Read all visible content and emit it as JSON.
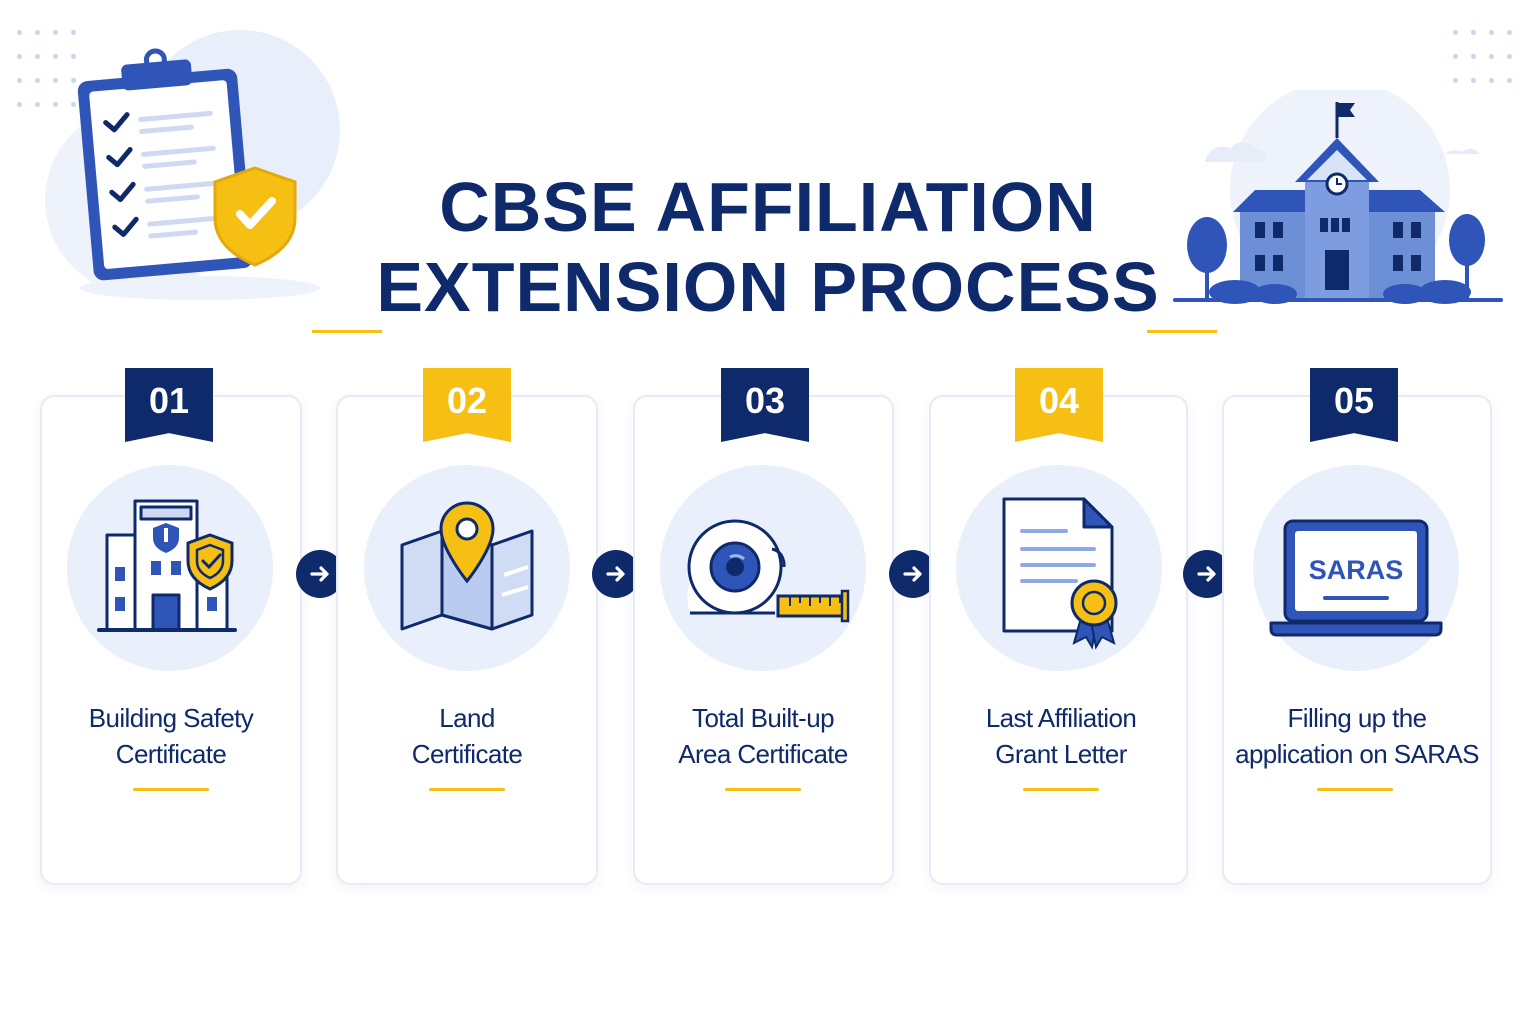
{
  "title": {
    "line1": "CBSE AFFILIATION",
    "line2": "EXTENSION PROCESS"
  },
  "colors": {
    "navy": "#0f2a6b",
    "gold": "#f5bf14",
    "blue": "#2f55b8",
    "light_blue": "#eaf0fb"
  },
  "steps": [
    {
      "number": "01",
      "line1": "Building Safety",
      "line2": "Certificate",
      "badge_color": "navy",
      "icon": "building-shield-icon"
    },
    {
      "number": "02",
      "line1": "Land",
      "line2": "Certificate",
      "badge_color": "gold",
      "icon": "map-pin-icon"
    },
    {
      "number": "03",
      "line1": "Total Built-up",
      "line2": "Area Certificate",
      "badge_color": "navy",
      "icon": "measuring-tape-icon"
    },
    {
      "number": "04",
      "line1": "Last Affiliation",
      "line2": "Grant Letter",
      "badge_color": "gold",
      "icon": "certificate-document-icon"
    },
    {
      "number": "05",
      "line1": "Filling up the",
      "line2": "application on SARAS",
      "badge_color": "navy",
      "icon": "laptop-icon"
    }
  ],
  "laptop_screen_text": "SARAS",
  "decorations": {
    "left_illustration": "clipboard-checklist-icon",
    "right_illustration": "school-building-icon"
  }
}
